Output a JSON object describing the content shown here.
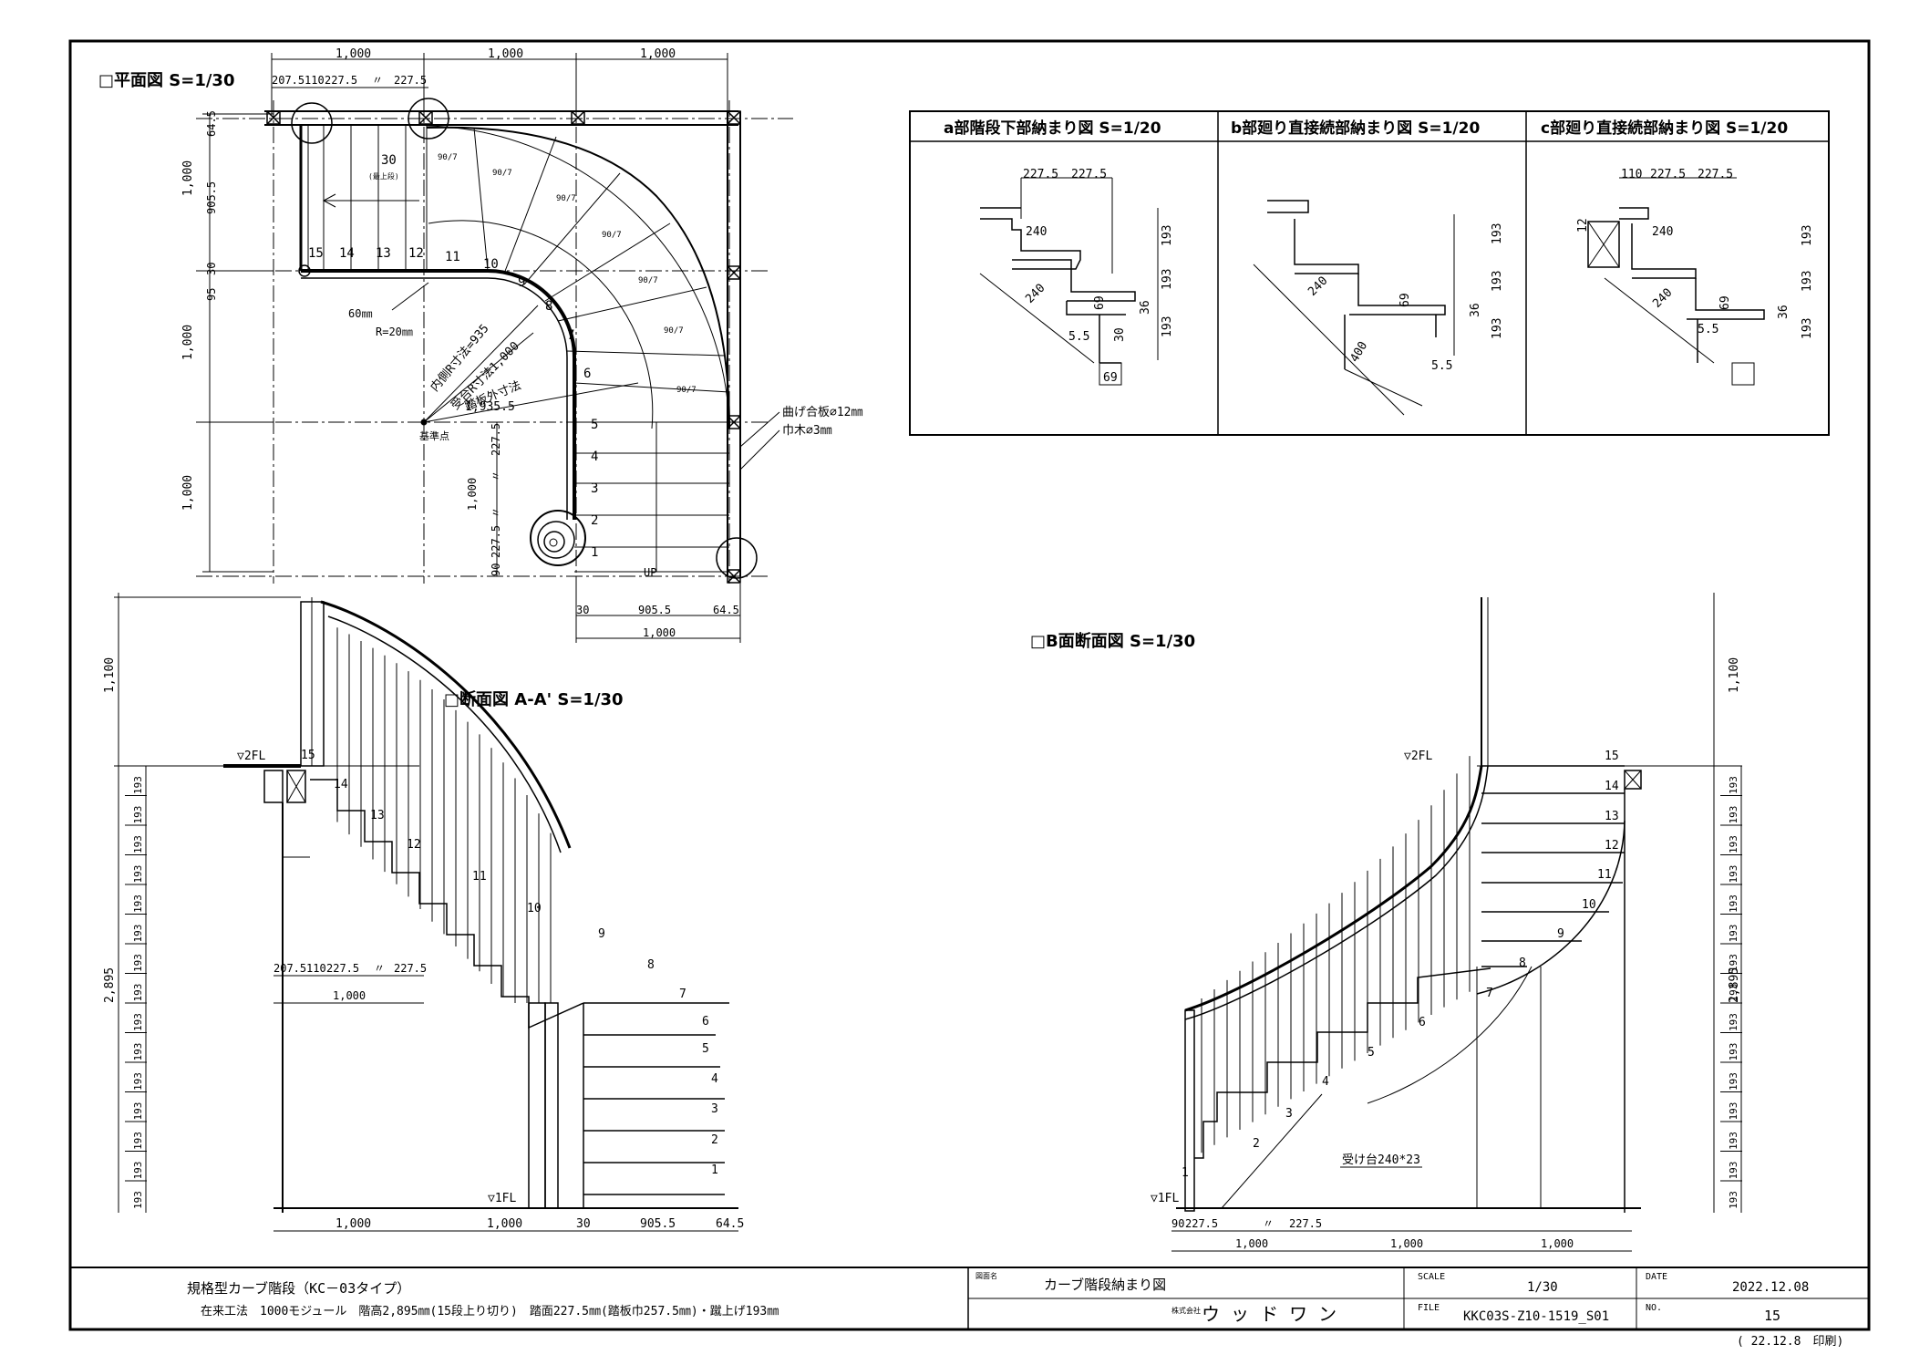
{
  "plan": {
    "title": "□平面図 S=1/30",
    "top_dims": [
      "1,000",
      "1,000",
      "1,000"
    ],
    "top_sub_dims": [
      "207.5",
      "110",
      "227.5",
      "〃",
      "227.5"
    ],
    "left_dims": [
      "64.5",
      "1,000",
      "905.5",
      "30",
      "95",
      "1,000",
      "1,000"
    ],
    "bottom_dims": [
      "30",
      "905.5",
      "64.5",
      "1,000"
    ],
    "inner_left_dims": [
      "227.5",
      "〃",
      "1,000",
      "〃",
      "90",
      "227.5"
    ],
    "rail_note_1": "60㎜",
    "rail_note_2": "R=20㎜",
    "dim_inner_r": "内側R寸法=935",
    "dim_tread": "受台R寸法1,000",
    "dim_outer": "踏板外寸法",
    "dim_outer_val": "1,935.5",
    "datum": "基準点",
    "landing_label": "30",
    "landing_sub": "(最上段)",
    "up_label": "UP",
    "angle_label": "90/7",
    "note_plywood": "曲げ合板∅12㎜",
    "note_skirting": "巾木∅3㎜",
    "step_numbers": [
      "1",
      "2",
      "3",
      "4",
      "5",
      "6",
      "7",
      "8",
      "9",
      "10",
      "11",
      "12",
      "13",
      "14",
      "15"
    ]
  },
  "details": {
    "a": {
      "title": "a部階段下部納まり図 S=1/20",
      "dims": [
        "227.5",
        "227.5",
        "240",
        "240",
        "69",
        "5.5",
        "30",
        "69",
        "193",
        "193",
        "36",
        "193"
      ]
    },
    "b": {
      "title": "b部廻り直接続部納まり図 S=1/20",
      "dims": [
        "240",
        "69",
        "400",
        "5.5",
        "193",
        "193",
        "36",
        "193"
      ]
    },
    "c": {
      "title": "c部廻り直接続部納まり図 S=1/20",
      "dims": [
        "110",
        "227.5",
        "227.5",
        "12",
        "240",
        "240",
        "69",
        "5.5",
        "193",
        "193",
        "36",
        "193"
      ]
    }
  },
  "section_aa": {
    "title": "□断面図 A-A' S=1/30",
    "fl2": "▽2FL",
    "fl1": "▽1FL",
    "height_total": "2,895",
    "rail_height": "1,100",
    "riser": "193",
    "bottom_dims": [
      "1,000",
      "1,000",
      "30",
      "905.5",
      "64.5"
    ],
    "mid_dims": [
      "207.5",
      "110",
      "227.5",
      "〃",
      "227.5"
    ],
    "mid_total": "1,000"
  },
  "section_b": {
    "title": "□B面断面図 S=1/30",
    "fl2": "▽2FL",
    "fl1": "▽1FL",
    "height_total": "2,895",
    "rail_height": "1,100",
    "riser": "193",
    "bottom_dims": [
      "90",
      "227.5",
      "〃",
      "227.5",
      "1,000",
      "1,000",
      "1,000"
    ],
    "support_note": "受け台240*23"
  },
  "title_block": {
    "product": "規格型カーブ階段（KC－03タイプ）",
    "spec": "在来工法　1000モジュール　階高2,895㎜(15段上り切り)　踏面227.5㎜(踏板巾257.5㎜)・蹴上げ193㎜",
    "drawing_label": "図面名",
    "drawing_name": "カーブ階段納まり図",
    "company_label": "株式会社",
    "company": "ウ ッ ド ワ ン",
    "scale_label": "SCALE",
    "scale": "1/30",
    "file_label": "FILE",
    "file": "KKC03S-Z10-1519_S01",
    "date_label": "DATE",
    "date": "2022.12.08",
    "no_label": "NO.",
    "no": "15",
    "print_note": "( 22.12.8　印刷)"
  }
}
